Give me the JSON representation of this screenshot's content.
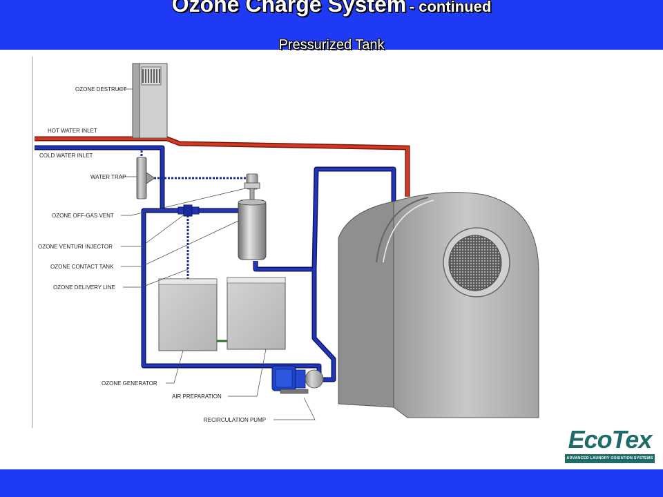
{
  "header": {
    "title": "Ozone Charge System",
    "title_suffix": "- continued",
    "subtitle": "Pressurized Tank"
  },
  "labels": {
    "ozone_destruct": "OZONE DESTRUCT",
    "hot_water_inlet": "HOT WATER INLET",
    "cold_water_inlet": "COLD WATER INLET",
    "water_trap": "WATER TRAP",
    "ozone_offgas_vent": "OZONE OFF-GAS VENT",
    "ozone_venturi_injector": "OZONE VENTURI INJECTOR",
    "ozone_contact_tank": "OZONE CONTACT TANK",
    "ozone_delivery_line": "OZONE DELIVERY LINE",
    "ozone_generator": "OZONE GENERATOR",
    "air_preparation": "AIR PREPARATION",
    "recirculation_pump": "RECIRCULATION PUMP"
  },
  "logo": {
    "name": "EcoTex",
    "tagline": "ADVANCED LAUNDRY OXIDATION SYSTEMS"
  },
  "colors": {
    "header_bar": "#1f3af5",
    "hot_pipe": "#c0301f",
    "cold_pipe": "#1a2a9c",
    "logo": "#1e6b68"
  }
}
